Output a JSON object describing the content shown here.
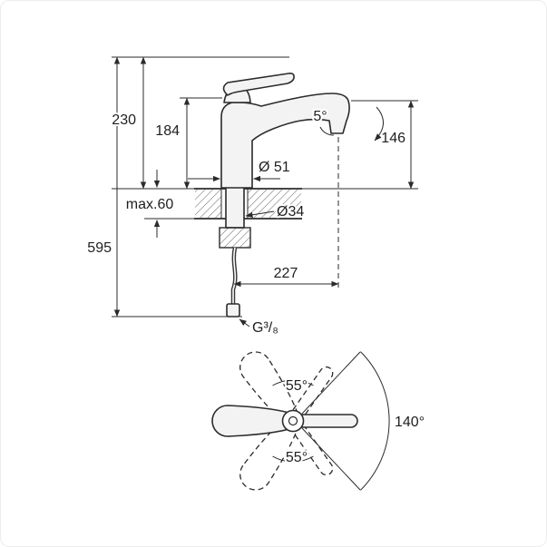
{
  "side_view": {
    "height_total": "230",
    "height_body": "184",
    "deck_thickness": "max.60",
    "overall_length": "595",
    "base_diameter": "Ø 51",
    "shank_diameter": "Ø34",
    "spout_angle": "5°",
    "outlet_height": "146",
    "spout_reach": "227",
    "thread_size": "G³/₈"
  },
  "top_view": {
    "swivel_upper": "55°",
    "swivel_lower": "55°",
    "swivel_total": "140°"
  }
}
